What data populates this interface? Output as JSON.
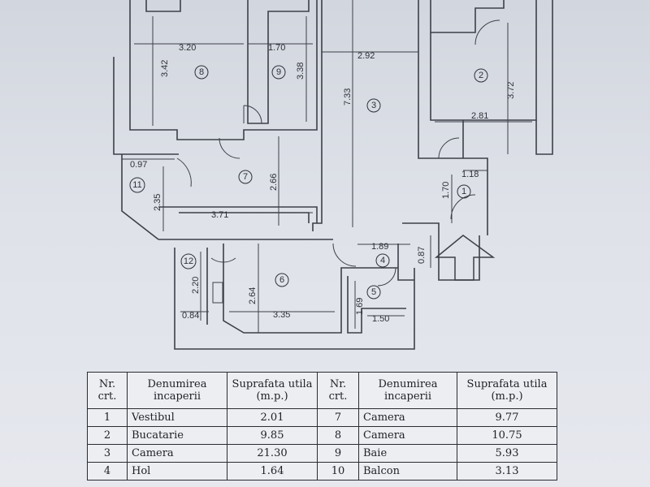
{
  "plan": {
    "rooms": [
      "1",
      "2",
      "3",
      "4",
      "5",
      "6",
      "7",
      "8",
      "9",
      "11",
      "12"
    ],
    "dimensions": [
      "3.20",
      "1.70",
      "2.92",
      "3.42",
      "3.38",
      "7.33",
      "3.72",
      "2.81",
      "0.97",
      "1.18",
      "2.35",
      "2.66",
      "1.70",
      "3.71",
      "1.89",
      "0.87",
      "2.20",
      "2.64",
      "0.84",
      "3.35",
      "1.69",
      "1.50"
    ]
  },
  "table": {
    "headers": {
      "nr": "Nr. crt.",
      "name": "Denumirea incaperii",
      "area": "Suprafata utila (m.p.)"
    },
    "rows_left": [
      {
        "nr": "1",
        "name": "Vestibul",
        "area": "2.01"
      },
      {
        "nr": "2",
        "name": "Bucatarie",
        "area": "9.85"
      },
      {
        "nr": "3",
        "name": "Camera",
        "area": "21.30"
      },
      {
        "nr": "4",
        "name": "Hol",
        "area": "1.64"
      }
    ],
    "rows_right": [
      {
        "nr": "7",
        "name": "Camera",
        "area": "9.77"
      },
      {
        "nr": "8",
        "name": "Camera",
        "area": "10.75"
      },
      {
        "nr": "9",
        "name": "Baie",
        "area": "5.93"
      },
      {
        "nr": "10",
        "name": "Balcon",
        "area": "3.13"
      }
    ]
  }
}
